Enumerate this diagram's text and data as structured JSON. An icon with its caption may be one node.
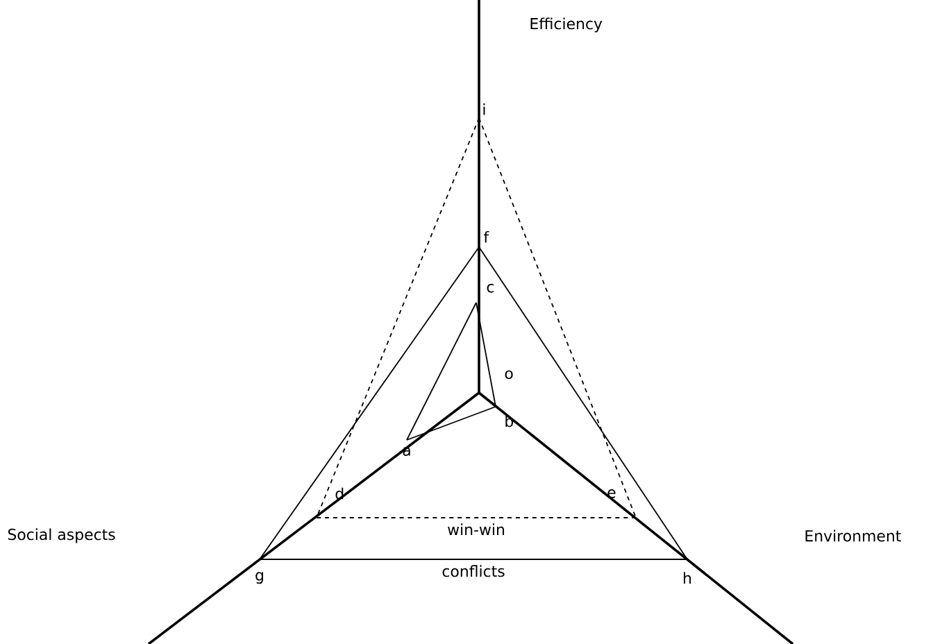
{
  "diagram": {
    "nodes": [
      {
        "text": [
          "i"
        ]
      },
      {
        "text": [
          "f"
        ]
      },
      {
        "text": [
          "c"
        ]
      },
      {
        "text": [
          "a"
        ]
      },
      {
        "text": [
          "b"
        ]
      },
      {
        "text": [
          "d"
        ]
      },
      {
        "text": [
          "e"
        ]
      },
      {
        "text": [
          "g"
        ]
      },
      {
        "text": [
          "h"
        ]
      }
    ],
    "edges": [
      {
        "from": 1,
        "to": 7,
        "arrow": "none"
      },
      {
        "from": 1,
        "to": 8,
        "arrow": "none"
      },
      {
        "from": 7,
        "to": 8,
        "arrow": "none",
        "label": "conflicts"
      },
      {
        "from": 0,
        "to": 5,
        "arrow": "none",
        "style": "dashed"
      },
      {
        "from": 0,
        "to": 6,
        "arrow": "none",
        "style": "dashed"
      },
      {
        "from": 5,
        "to": 6,
        "arrow": "none",
        "label": "win-win",
        "style": "dashed"
      },
      {
        "from": 2,
        "to": 3,
        "arrow": "none"
      },
      {
        "from": 3,
        "to": 4,
        "arrow": "none"
      },
      {
        "from": 2,
        "to": 4,
        "arrow": "none"
      }
    ],
    "labels": [
      "Efficiency",
      "o",
      "Social aspects",
      "Environment"
    ]
  }
}
